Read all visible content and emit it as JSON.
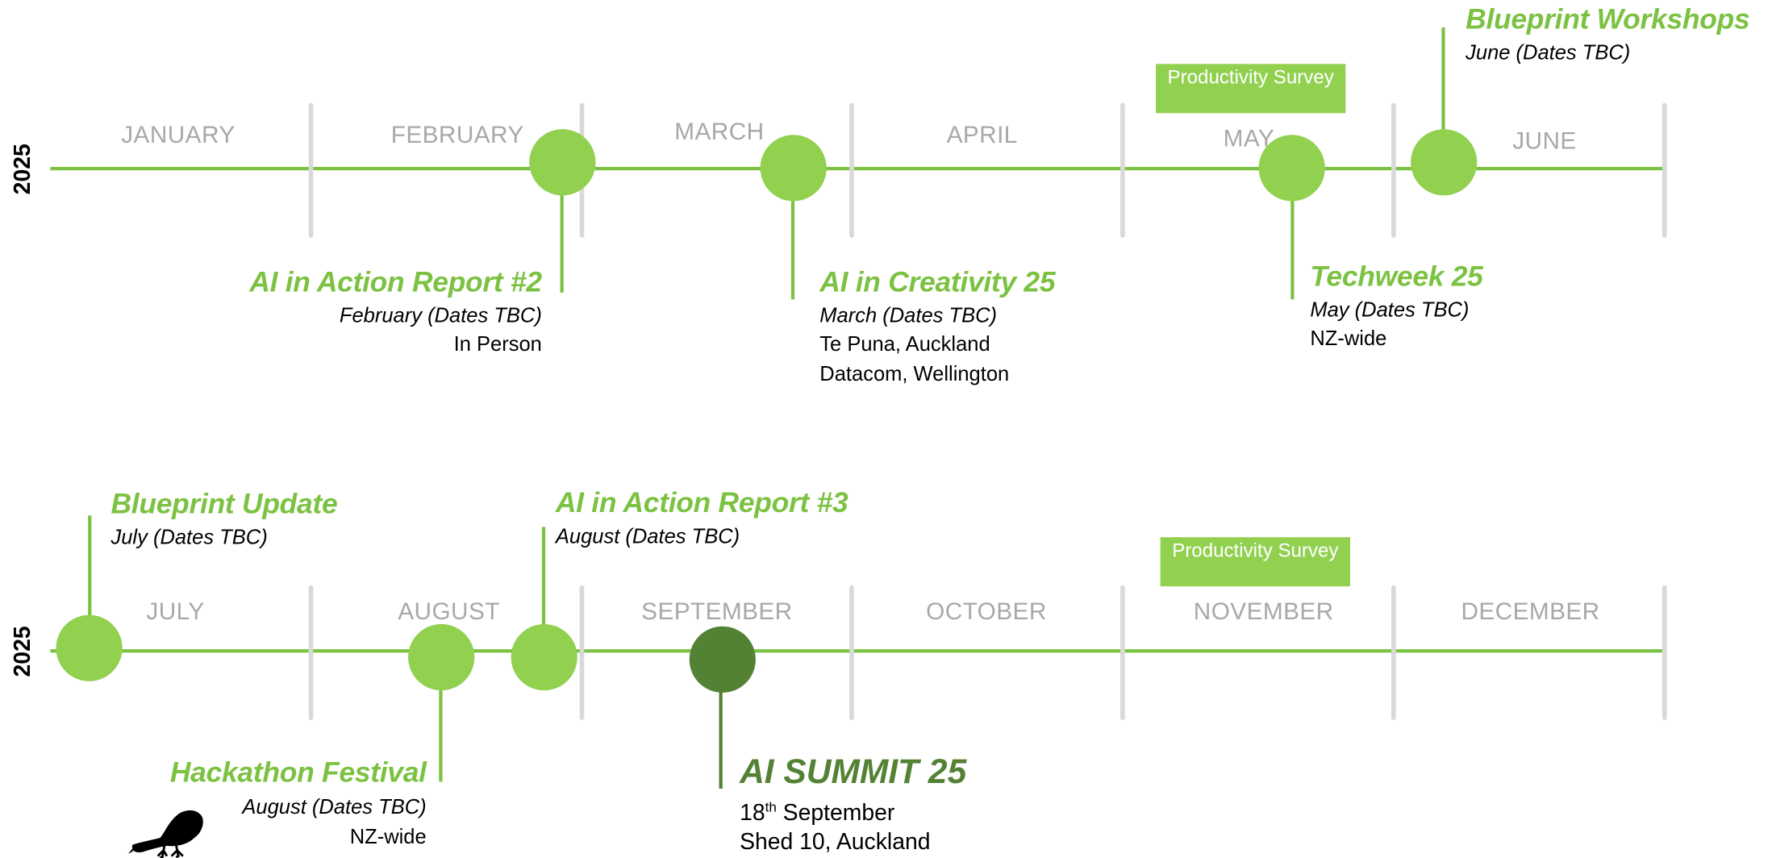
{
  "colors": {
    "accent": "#7cc242",
    "marker": "#92d050",
    "summit": "#548235",
    "month_text": "#a8a8a8",
    "divider": "#d9d9d9",
    "survey_fill": "#92d050"
  },
  "rows": [
    {
      "year": "2025",
      "months": [
        "JANUARY",
        "FEBRUARY",
        "MARCH",
        "APRIL",
        "MAY",
        "JUNE"
      ],
      "survey": "Productivity Survey",
      "events": [
        {
          "title": "AI in Action Report #2",
          "date": "February (Dates TBC)",
          "location": [
            "In Person"
          ]
        },
        {
          "title": "AI in Creativity 25",
          "date": "March (Dates TBC)",
          "location": [
            "Te Puna, Auckland",
            "Datacom, Wellington"
          ]
        },
        {
          "title": "Techweek 25",
          "date": "May (Dates TBC)",
          "location": [
            "NZ-wide"
          ]
        },
        {
          "title": "Blueprint Workshops",
          "date": "June (Dates TBC)",
          "location": []
        }
      ]
    },
    {
      "year": "2025",
      "months": [
        "JULY",
        "AUGUST",
        "SEPTEMBER",
        "OCTOBER",
        "NOVEMBER",
        "DECEMBER"
      ],
      "survey": "Productivity Survey",
      "events": [
        {
          "title": "Blueprint Update",
          "date": "July (Dates TBC)",
          "location": []
        },
        {
          "title": "AI in Action Report #3",
          "date": "August (Dates TBC)",
          "location": []
        },
        {
          "title": "Hackathon Festival",
          "date": "August (Dates TBC)",
          "location": [
            "NZ-wide"
          ],
          "icon": "kiwi-bird-icon"
        },
        {
          "title": "AI SUMMIT 25",
          "date_day": "18",
          "date_suffix": "th",
          "date_month": " September",
          "location": [
            "Shed 10, Auckland"
          ]
        }
      ]
    }
  ]
}
